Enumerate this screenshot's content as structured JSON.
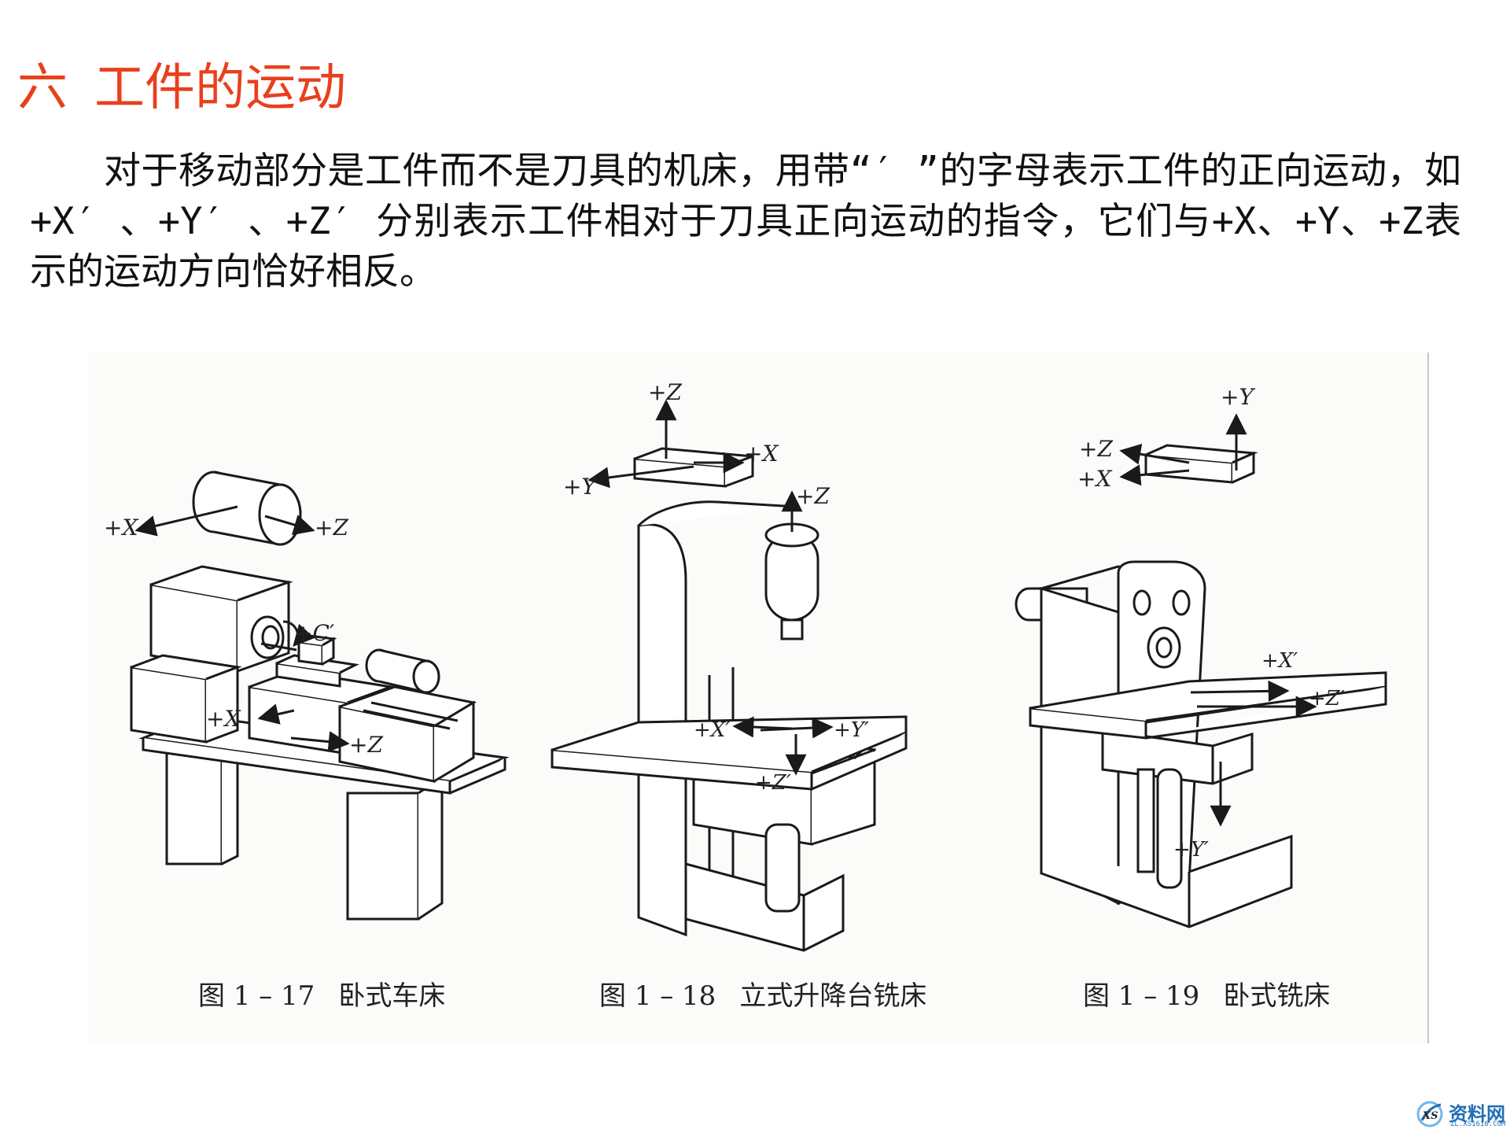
{
  "slide": {
    "title_number": "六",
    "title_text": "工件的运动",
    "body": "对于移动部分是工件而不是刀具的机床，用带“′ ”的字母表示工件的正向运动，如+X′ 、+Y′ 、+Z′ 分别表示工件相对于刀具正向运动的指令，它们与+X、+Y、+Z表示的运动方向恰好相反。"
  },
  "figures": [
    {
      "caption_number": "图 1 – 17",
      "caption_name": "卧式车床",
      "axis_labels": {
        "x": "+X",
        "z": "+Z",
        "c_prime": "+C′",
        "x_tool": "+X",
        "z_tool": "+Z"
      }
    },
    {
      "caption_number": "图 1 – 18",
      "caption_name": "立式升降台铣床",
      "axis_labels": {
        "z": "+Z",
        "x": "+X",
        "y": "+Y",
        "z_spindle": "+Z",
        "x_prime": "+X′",
        "y_prime": "+Y′",
        "z_prime": "+Z′"
      }
    },
    {
      "caption_number": "图 1 – 19",
      "caption_name": "卧式铣床",
      "axis_labels": {
        "y": "+Y",
        "z": "+Z",
        "x": "+X",
        "x_prime": "+X′",
        "z_prime": "+Z′",
        "y_prime": "+Y′"
      }
    }
  ],
  "watermark": {
    "logo_letters": "XS",
    "site_name": "资料网",
    "site_url": "ZL.XS1616.COM"
  },
  "colors": {
    "title": "#e8401c",
    "body_text": "#111111",
    "line_art": "#1a1a1a",
    "watermark": "#1f6fb5"
  }
}
